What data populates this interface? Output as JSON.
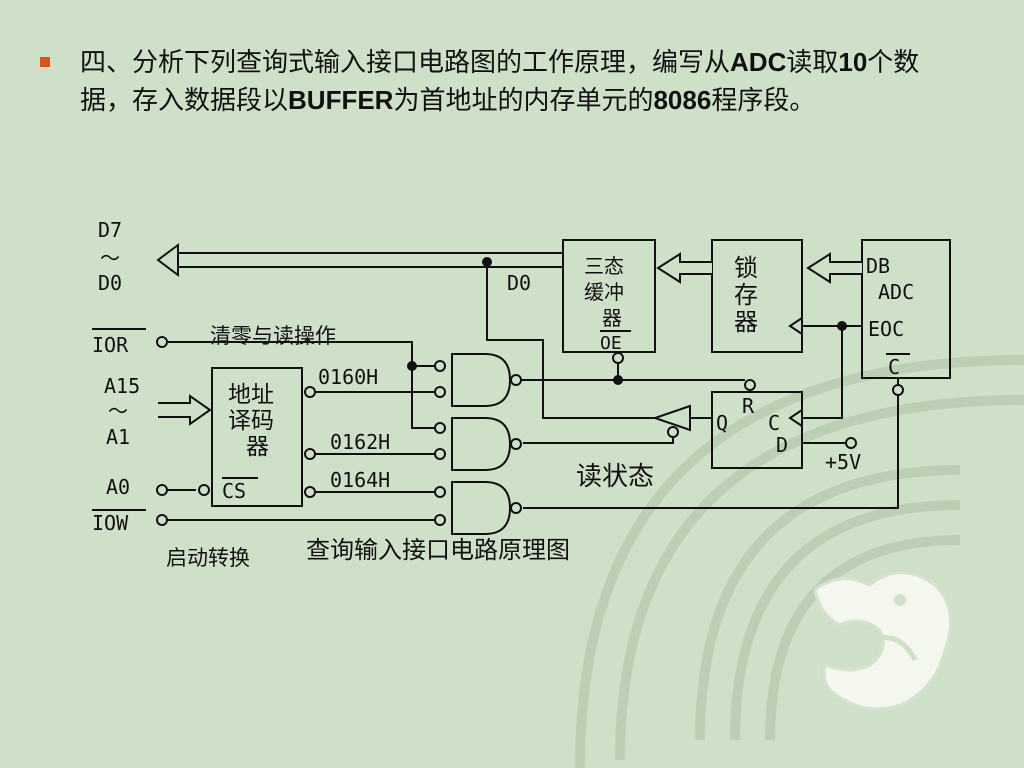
{
  "question": {
    "p1": "四、分析下列查询式输入接口电路图的工作原理，编写从",
    "p2": "ADC",
    "p3": "读取",
    "p4": "10",
    "p5": "个数据，存入数据段以",
    "p6": "BUFFER",
    "p7": "为首地址的内存单元的",
    "p8": "8086",
    "p9": "程序段。"
  },
  "diagram": {
    "data_bus_top": "D7",
    "data_bus_tilde": "～",
    "data_bus_bottom": "D0",
    "d0_label": "D0",
    "ior": "IOR",
    "clear_read_label": "清零与读操作",
    "addr_top": "A15",
    "addr_tilde": "～",
    "addr_bottom": "A1",
    "a0": "A0",
    "iow": "IOW",
    "start_convert": "启动转换",
    "decoder_line1": "地址",
    "decoder_line2": "译码",
    "decoder_line3": "器",
    "decoder_cs": "CS",
    "port1": "0160H",
    "port2": "0162H",
    "port3": "0164H",
    "buffer_line1": "三态",
    "buffer_line2": "缓冲",
    "buffer_line3": "器",
    "buffer_oe": "OE",
    "latch_line1": "锁",
    "latch_line2": "存",
    "latch_line3": "器",
    "adc_db": "DB",
    "adc_name": "ADC",
    "adc_eoc": "EOC",
    "adc_c": "C",
    "ff_q": "Q",
    "ff_r": "R",
    "ff_c": "C",
    "ff_d": "D",
    "vcc": "+5V",
    "read_status": "读状态",
    "caption": "查询输入接口电路原理图"
  }
}
